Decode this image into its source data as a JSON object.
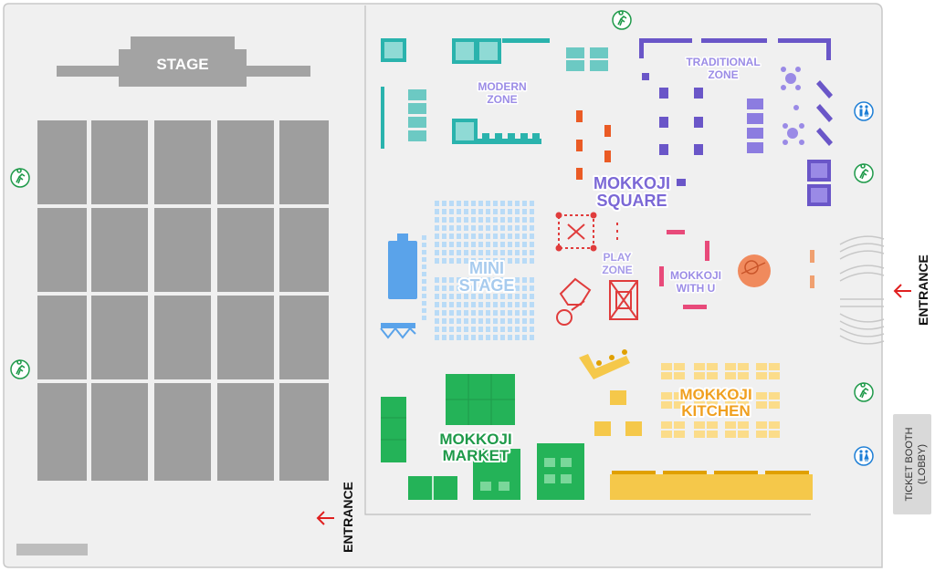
{
  "stage": {
    "label": "STAGE"
  },
  "zones": {
    "modern": {
      "line1": "MODERN",
      "line2": "ZONE",
      "color": "#9b8ce6"
    },
    "traditional": {
      "line1": "TRADITIONAL",
      "line2": "ZONE",
      "color": "#9b8ce6"
    },
    "square": {
      "line1": "MOKKOJI",
      "line2": "SQUARE",
      "color": "#7b68d6"
    },
    "mini_stage": {
      "line1": "MINI",
      "line2": "STAGE",
      "color": "#a7cbee"
    },
    "play": {
      "line1": "PLAY",
      "line2": "ZONE",
      "color": "#a59ae8"
    },
    "with_u": {
      "line1": "MOKKOJI",
      "line2": "WITH U",
      "color": "#9b8ce6"
    },
    "kitchen": {
      "line1": "MOKKOJI",
      "line2": "KITCHEN",
      "color": "#f0a020"
    },
    "market": {
      "line1": "MOKKOJI",
      "line2": "MARKET",
      "color": "#1f9a4a"
    }
  },
  "entrances": {
    "right": "ENTRANCE",
    "bottom": "ENTRANCE"
  },
  "ticket_booth": {
    "line1": "TICKET BOOTH",
    "line2": "(LOBBY)"
  },
  "icons": {
    "emergency_exit": "emergency-exit-icon",
    "restroom": "restroom-icon"
  },
  "colors": {
    "seating": "#9e9e9e",
    "modern": "#2ab3ad",
    "traditional": "#6a56c8",
    "play": "#e03c3c",
    "mini_stage": "#a8d0f2",
    "kitchen": "#f5c84a",
    "market": "#24b358",
    "square_orange": "#ea5b25",
    "entrance_arrow": "#e02020",
    "exit_green": "#1f9a4a",
    "restroom_blue": "#1e7fd6"
  }
}
